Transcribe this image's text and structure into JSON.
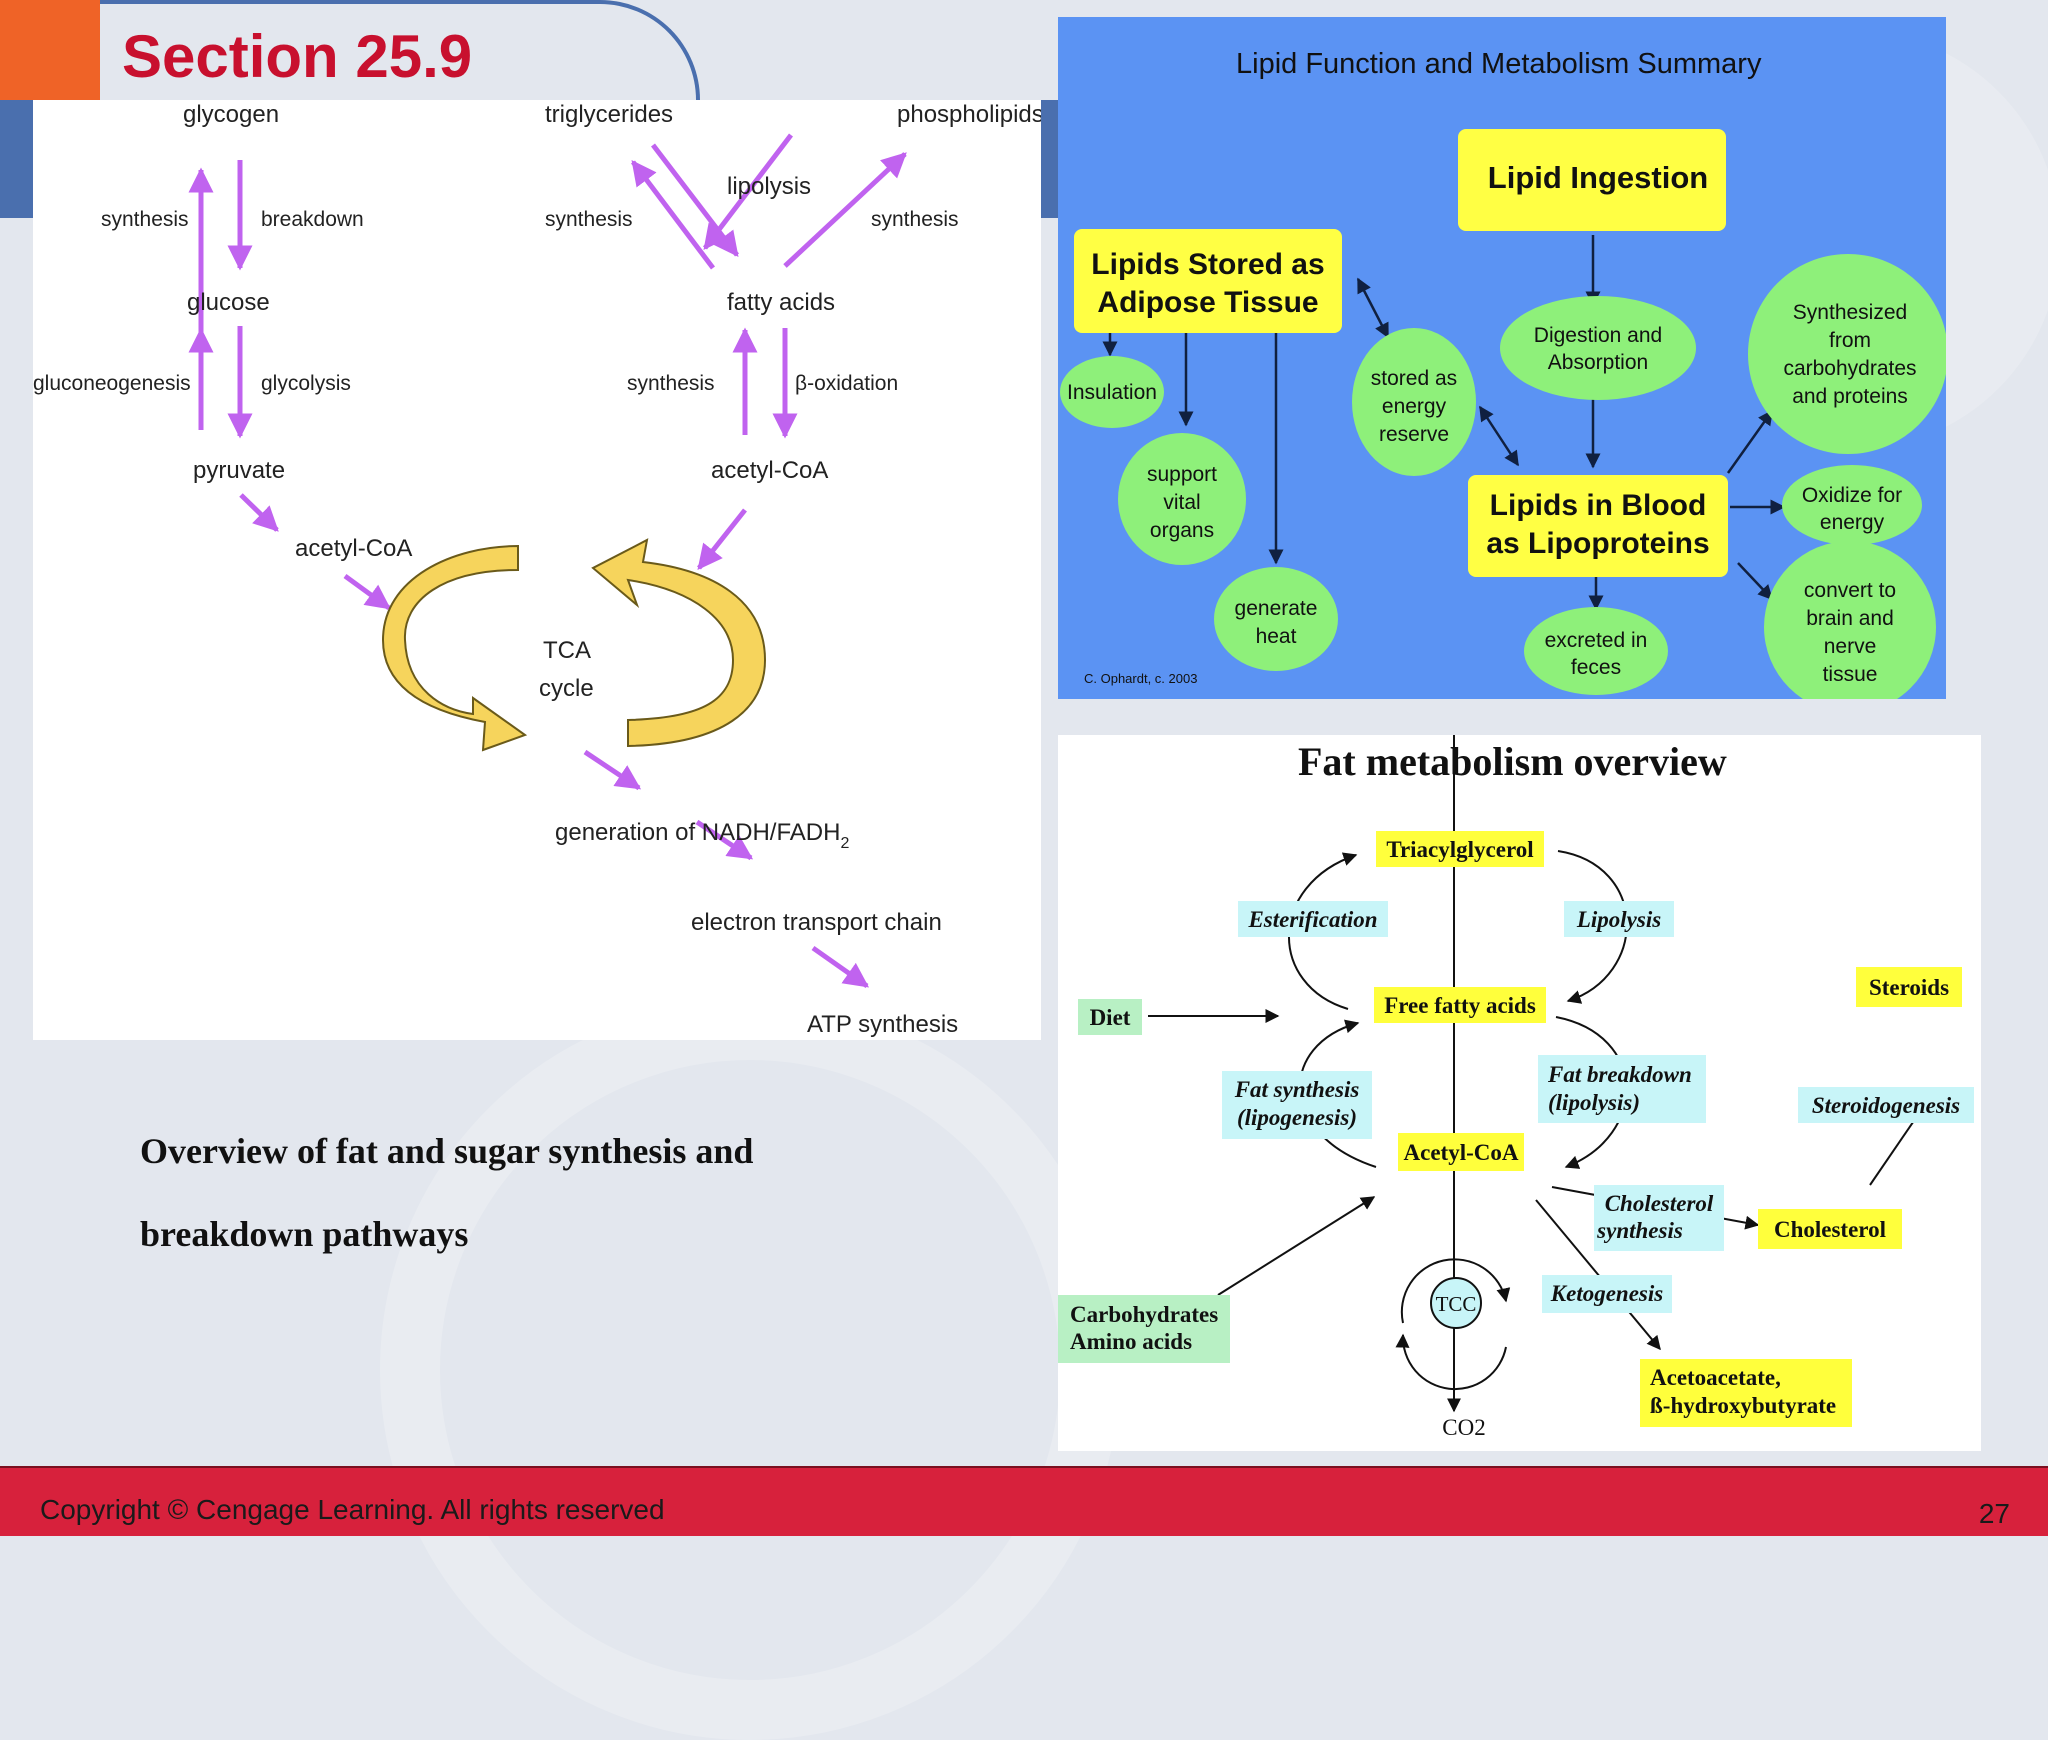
{
  "slide": {
    "section_title": "Section 25.9",
    "caption_line1": "Overview of fat and sugar synthesis and",
    "caption_line2": "breakdown pathways",
    "copyright": "Copyright © Cengage Learning. All rights reserved",
    "page_number": "27"
  },
  "pathway": {
    "glycogen": "glycogen",
    "triglycerides": "triglycerides",
    "phospholipids": "phospholipids",
    "synthesis": "synthesis",
    "breakdown": "breakdown",
    "lipolysis": "lipolysis",
    "glucose": "glucose",
    "fatty_acids": "fatty acids",
    "gluconeogenesis": "gluconeogenesis",
    "glycolysis": "glycolysis",
    "beta_oxidation": "β-oxidation",
    "pyruvate": "pyruvate",
    "acetyl_coa": "acetyl-CoA",
    "tca_line1": "TCA",
    "tca_line2": "cycle",
    "generation_prefix": "generation of NADH/FADH",
    "generation_sub": "2",
    "etc": "electron transport chain",
    "atp": "ATP synthesis"
  },
  "lipid_summary": {
    "title": "Lipid  Function and  Metabolism Summary",
    "ingestion": "Lipid Ingestion",
    "stored_line1": "Lipids Stored as",
    "stored_line2": "Adipose Tissue",
    "digestion_line1": "Digestion and",
    "digestion_line2": "Absorption",
    "synth_line1": "Synthesized",
    "synth_line2": "from",
    "synth_line3": "carbohydrates",
    "synth_line4": "and proteins",
    "insulation": "Insulation",
    "energy_line1": "stored as",
    "energy_line2": "energy",
    "energy_line3": "reserve",
    "support_line1": "support",
    "support_line2": "vital",
    "support_line3": "organs",
    "blood_line1": "Lipids in Blood",
    "blood_line2": "as Lipoproteins",
    "oxidize_line1": "Oxidize for",
    "oxidize_line2": "energy",
    "heat_line1": "generate",
    "heat_line2": "heat",
    "excreted_line1": "excreted in",
    "excreted_line2": "feces",
    "brain_line1": "convert to",
    "brain_line2": "brain and",
    "brain_line3": "nerve",
    "brain_line4": "tissue",
    "credit": "C. Ophardt, c. 2003",
    "colors": {
      "background": "#5b93f3",
      "box": "#ffff44",
      "oval": "#8ef07a"
    }
  },
  "fat_overview": {
    "title": "Fat metabolism overview",
    "triacylglycerol": "Triacylglycerol",
    "esterification": "Esterification",
    "lipolysis": "Lipolysis",
    "diet": "Diet",
    "free_fatty_acids": "Free fatty acids",
    "steroids": "Steroids",
    "fat_synthesis_line1": "Fat synthesis",
    "fat_synthesis_line2": "(lipogenesis)",
    "fat_breakdown_line1": "Fat breakdown",
    "fat_breakdown_line2": "(lipolysis)",
    "steroidogenesis": "Steroidogenesis",
    "acetyl_coa": "Acetyl-CoA",
    "cholesterol_synthesis_line1": "Cholesterol",
    "cholesterol_synthesis_line2": "synthesis",
    "cholesterol": "Cholesterol",
    "tcc": "TCC",
    "ketogenesis": "Ketogenesis",
    "carbs_line1": "Carbohydrates",
    "carbs_line2": "Amino acids",
    "ketones_line1": "Acetoacetate,",
    "ketones_line2": "ß-hydroxybutyrate",
    "co2": "CO2",
    "colors": {
      "yellow": "#ffff3c",
      "cyan": "#c8f5f8",
      "green": "#b8f0c4"
    }
  },
  "colors": {
    "section_red": "#c8102e",
    "header_blue": "#4a6fae",
    "orange": "#ef6327",
    "footer_red": "#d7213c",
    "arrow_purple": "#c063ef",
    "tca_yellow": "#f6d45c"
  }
}
